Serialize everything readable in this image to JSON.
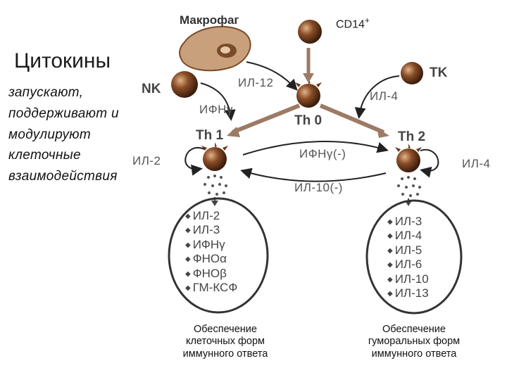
{
  "title": "Цитокины",
  "subtitle_lines": [
    "запускают,",
    "поддерживают и",
    "модулируют",
    "клеточные",
    "взаимодействия"
  ],
  "cells": {
    "macrophage": "Макрофаг",
    "cd14": "CD14",
    "cd14_sup": "+",
    "nk": "NK",
    "tk": "TK",
    "th0": "Th 0",
    "th1": "Th 1",
    "th2": "Th 2"
  },
  "labels": {
    "il12": "ИЛ-12",
    "ifn_left": "ИФНγ",
    "il4_right_top": "ИЛ-4",
    "il2_th1": "ИЛ-2",
    "il4_th2": "ИЛ-4",
    "ifn_cross": "ИФНγ(-)",
    "il10_cross": "ИЛ-10(-)"
  },
  "th1_products": [
    "ИЛ-2",
    "ИЛ-3",
    "ИФНγ",
    "ФНОα",
    "ФНОβ",
    "ГМ-КСФ"
  ],
  "th2_products": [
    "ИЛ-3",
    "ИЛ-4",
    "ИЛ-5",
    "ИЛ-6",
    "ИЛ-10",
    "ИЛ-13"
  ],
  "captions": {
    "left": [
      "Обеспечение",
      "клеточных форм",
      "иммунного ответа"
    ],
    "right": [
      "Обеспечение",
      "гуморальных форм",
      "иммунного ответа"
    ]
  },
  "colors": {
    "cell": "#6b3a1e",
    "cell_light": "#b9794a",
    "arrow": "#9c7a64",
    "line": "#333333"
  }
}
